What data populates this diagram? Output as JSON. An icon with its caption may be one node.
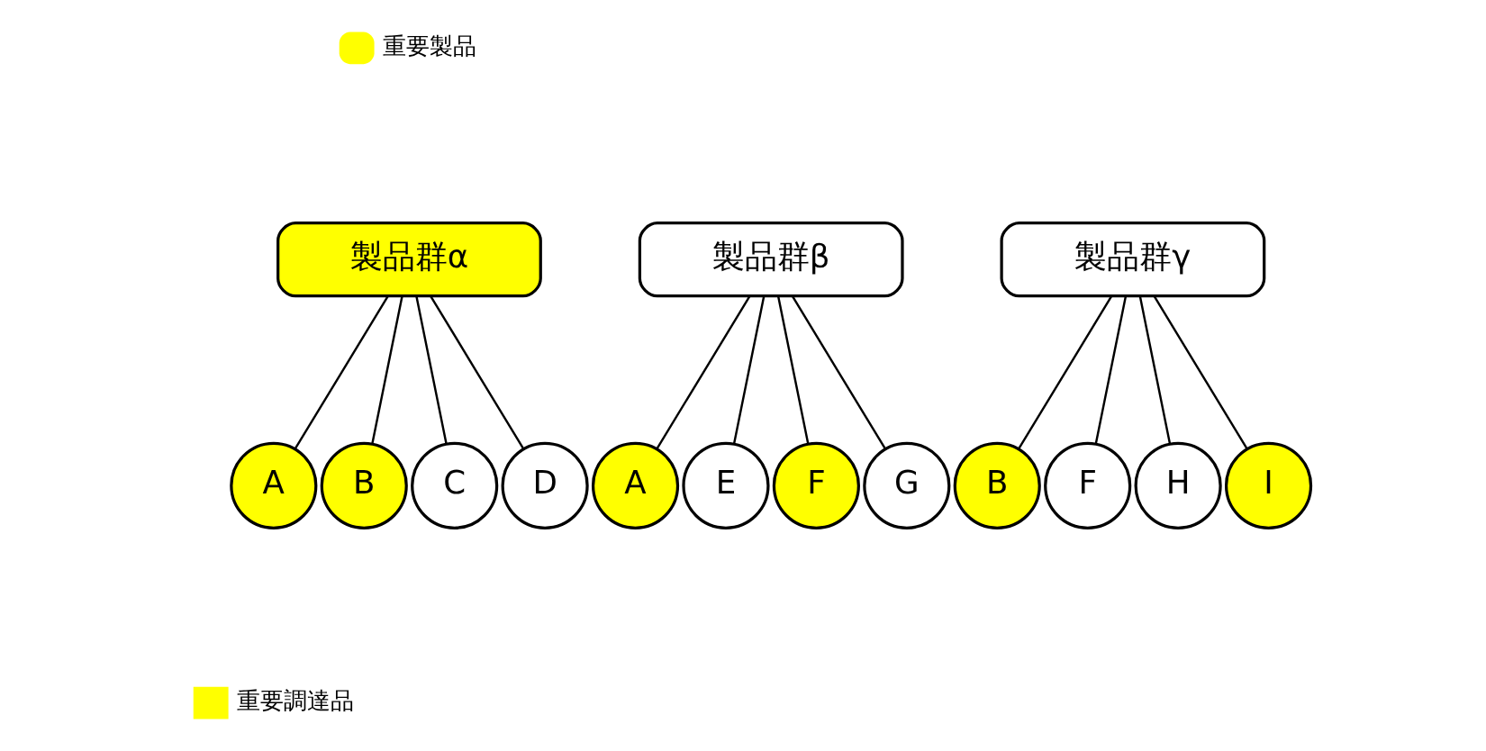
{
  "diagram": {
    "nodes": [
      {
        "text": [
          "製品群α"
        ]
      },
      {
        "text": [
          "製品群β"
        ]
      },
      {
        "text": [
          "製品群γ"
        ]
      },
      {
        "text": [
          "A"
        ]
      },
      {
        "text": [
          "B"
        ]
      },
      {
        "text": [
          "C"
        ]
      },
      {
        "text": [
          "D"
        ]
      },
      {
        "text": [
          "A"
        ]
      },
      {
        "text": [
          "E"
        ]
      },
      {
        "text": [
          "F"
        ]
      },
      {
        "text": [
          "G"
        ]
      },
      {
        "text": [
          "B"
        ]
      },
      {
        "text": [
          "F"
        ]
      },
      {
        "text": [
          "H"
        ]
      },
      {
        "text": [
          "I"
        ]
      }
    ],
    "edges": [
      {
        "from": 0,
        "to": 3,
        "arrow": "none"
      },
      {
        "from": 0,
        "to": 4,
        "arrow": "none"
      },
      {
        "from": 0,
        "to": 5,
        "arrow": "none"
      },
      {
        "from": 0,
        "to": 6,
        "arrow": "none"
      },
      {
        "from": 1,
        "to": 7,
        "arrow": "none"
      },
      {
        "from": 1,
        "to": 8,
        "arrow": "none"
      },
      {
        "from": 1,
        "to": 9,
        "arrow": "none"
      },
      {
        "from": 1,
        "to": 10,
        "arrow": "none"
      },
      {
        "from": 2,
        "to": 11,
        "arrow": "none"
      },
      {
        "from": 2,
        "to": 12,
        "arrow": "none"
      },
      {
        "from": 2,
        "to": 13,
        "arrow": "none"
      },
      {
        "from": 2,
        "to": 14,
        "arrow": "none"
      }
    ],
    "legend": [
      {
        "text": "重要製品",
        "color": "#ffff00"
      },
      {
        "text": "重要調達品",
        "color": "#ffff00"
      }
    ]
  }
}
